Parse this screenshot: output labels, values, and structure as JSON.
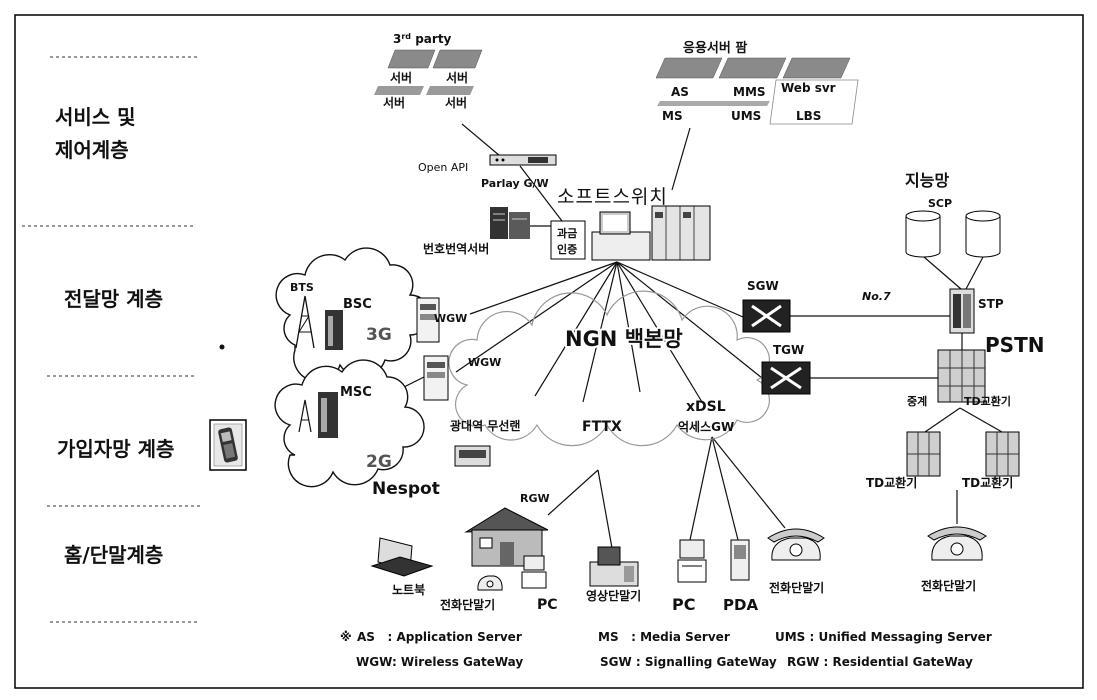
{
  "layers": {
    "service_control_line1": "서비스 및",
    "service_control_line2": "제어계층",
    "transport": "전달망 계층",
    "subscriber": "가입자망 계층",
    "home_terminal": "홈/단말계층"
  },
  "third_party": {
    "title_num": "3",
    "title_sup": "rd",
    "title_rest": " party",
    "servers": [
      "서버",
      "서버",
      "서버",
      "서버"
    ]
  },
  "app_server_farm": {
    "title": "응용서버 팜",
    "servers": [
      "AS",
      "MMS",
      "Web svr",
      "MS",
      "UMS",
      "LBS"
    ]
  },
  "control": {
    "open_api": "Open API",
    "parlay_gw": "Parlay G/W",
    "softswitch": "소프트스위치",
    "billing_auth": [
      "과금",
      "인증"
    ],
    "number_translation_server": "번호번역서버"
  },
  "mobile": {
    "bts": "BTS",
    "bsc": "BSC",
    "net_3g": "3G",
    "msc": "MSC",
    "net_2g": "2G",
    "wgw": [
      "WGW",
      "WGW"
    ]
  },
  "core": {
    "ngn_backbone": "NGN 백본망",
    "sgw": "SGW",
    "tgw": "TGW",
    "signaling": "No.7"
  },
  "intelligent_network": {
    "title": "지능망",
    "scp": "SCP",
    "stp": "STP"
  },
  "pstn": {
    "title": "PSTN",
    "transit": "중계",
    "td_exchanges": [
      "TD교환기",
      "TD교환기",
      "TD교환기"
    ],
    "phone": "전화단말기"
  },
  "access": {
    "wlan": "광대역 무선랜",
    "nespot": "Nespot",
    "fttx": "FTTX",
    "xdsl": "xDSL",
    "access_gw": "억세스GW",
    "rgw": "RGW"
  },
  "terminals": {
    "notebook": "노트북",
    "home_phone": "전화단말기",
    "home_pc": "PC",
    "videophone": "영상단말기",
    "pc": "PC",
    "pda": "PDA",
    "phone": "전화단말기"
  },
  "legend": {
    "mark": "※",
    "row1": [
      "AS   : Application Server",
      "MS   : Media Server",
      "UMS : Unified Messaging Server"
    ],
    "row2": [
      "WGW: Wireless GateWay",
      "SGW : Signalling GateWay",
      "RGW : Residential GateWay"
    ]
  }
}
